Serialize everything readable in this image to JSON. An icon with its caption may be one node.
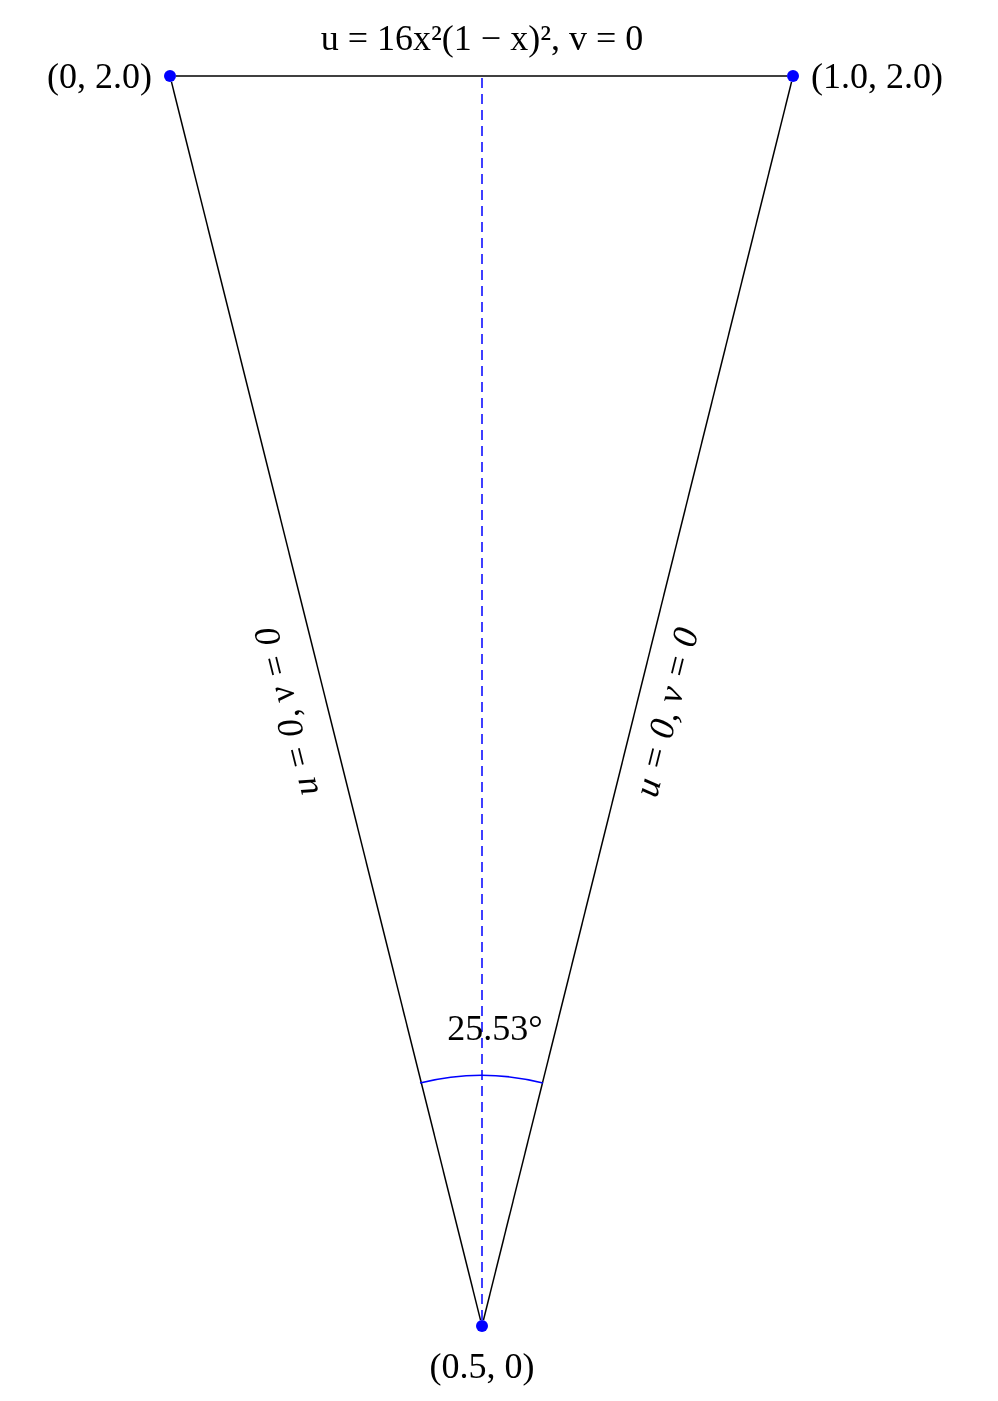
{
  "diagram": {
    "nodes": [
      {
        "text": [],
        "shape": "circle",
        "beside": [
          "(0, 2.0)"
        ]
      },
      {
        "text": [],
        "shape": "circle",
        "beside": [
          "(1.0, 2.0)"
        ]
      },
      {
        "text": [],
        "shape": "circle",
        "beside": [
          "(0.5, 0)"
        ]
      }
    ],
    "edges": [
      {
        "from": 0,
        "to": 1,
        "arrow": "none",
        "label": "u = 16x²(1 − x)²,  v = 0"
      },
      {
        "from": 2,
        "to": 0,
        "arrow": "none",
        "label": "u = 0,  v = 0"
      },
      {
        "from": 2,
        "to": 1,
        "arrow": "none",
        "label": "u = 0,  v = 0"
      },
      {
        "from": 2,
        "to": null,
        "arrow": "none",
        "style": "dashed",
        "color": "#0000ff"
      }
    ],
    "labels": [
      "25.53°"
    ]
  }
}
